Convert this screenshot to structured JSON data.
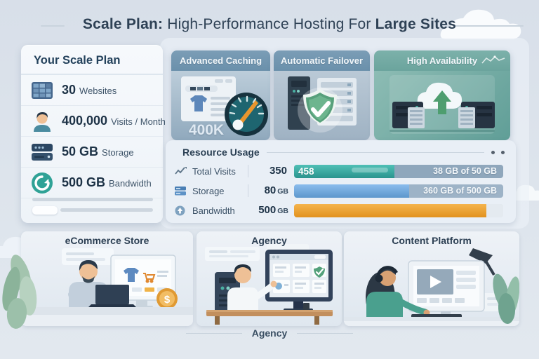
{
  "page": {
    "title": {
      "bold_prefix": "Scale Plan:",
      "regular_middle": " High-Performance Hosting For ",
      "bold_suffix": "Large Sites"
    }
  },
  "plan_panel": {
    "heading": "Your Scale Plan",
    "items": [
      {
        "icon": "websites-grid-icon",
        "value": "30",
        "label": "Websites"
      },
      {
        "icon": "visitor-avatar-icon",
        "value": "400,000",
        "label": "Visits / Month"
      },
      {
        "icon": "storage-server-icon",
        "value": "50 GB",
        "label": "Storage"
      },
      {
        "icon": "bandwidth-refresh-icon",
        "value": "500 GB",
        "label": "Bandwidth"
      }
    ]
  },
  "feature_cards": [
    {
      "title": "Advanced Caching",
      "overlay_value": "400K"
    },
    {
      "title": "Automatic Failover",
      "overlay_value": ""
    },
    {
      "title": "High Availability",
      "overlay_value": ""
    }
  ],
  "resource_usage": {
    "heading": "Resource Usage",
    "rows": [
      {
        "label": "Total Visits",
        "value": "350",
        "unit": "",
        "bar_label": "458",
        "end_label": "38 GB of 50 GB",
        "fill_pct": 48,
        "bar_colors": [
          "#50c0b6",
          "#2a948e"
        ],
        "rest_color": "#8fa7bc"
      },
      {
        "label": "Storage",
        "value": "80",
        "unit": "GB",
        "bar_label": "",
        "end_label": "360 GB of 500 GB",
        "fill_pct": 55,
        "bar_colors": [
          "#8abced",
          "#5d97cc"
        ],
        "rest_color": "#9db3c7"
      },
      {
        "label": "Bandwidth",
        "value": "500",
        "unit": "GB",
        "bar_label": "",
        "end_label": "",
        "fill_pct": 92,
        "bar_colors": [
          "#f5b44d",
          "#e2921e"
        ],
        "rest_color": "#e4eaf0"
      }
    ]
  },
  "use_cases": [
    {
      "title": "eCommerce Store",
      "coin_symbol": "$"
    },
    {
      "title": "Agency"
    },
    {
      "title": "Content Platform"
    }
  ],
  "footer": {
    "caption": "Agency"
  },
  "colors": {
    "background": "#dde4ec",
    "panel": "#f3f7fa",
    "card_header_blue": "#7094ae",
    "card_teal": "#6aa69f",
    "accent_teal": "#2fa296",
    "accent_blue": "#5d97cc",
    "accent_orange": "#e8a23f",
    "text_navy": "#2d4156"
  }
}
